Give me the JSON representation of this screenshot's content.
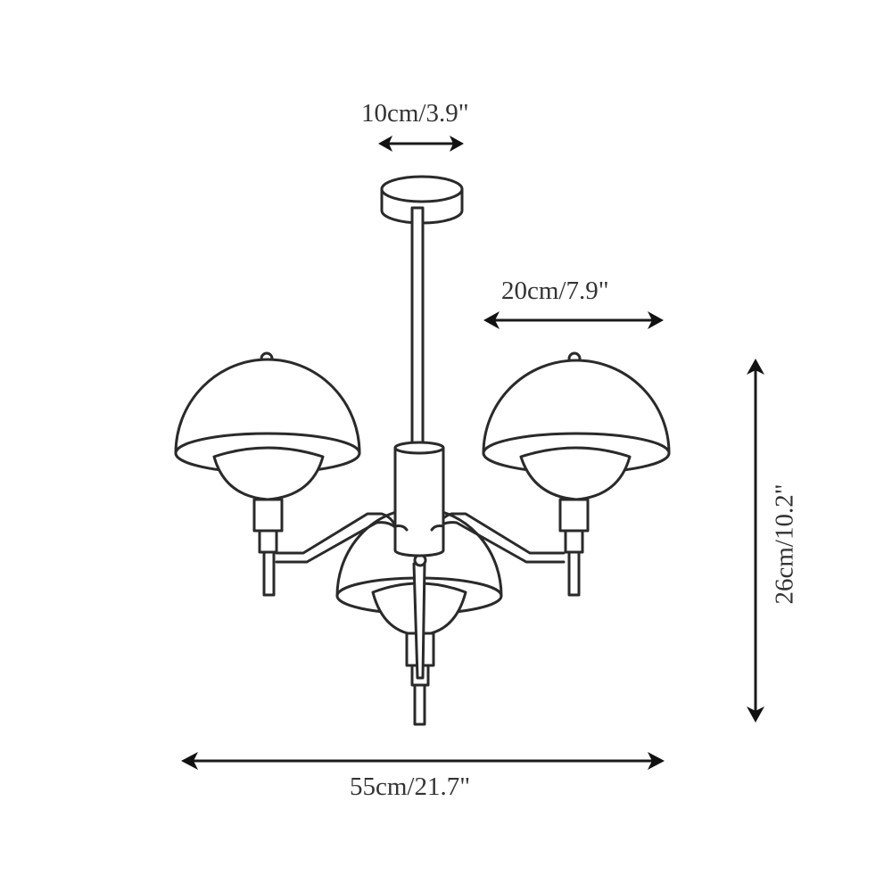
{
  "diagram": {
    "subject": "three-arm chandelier with dome shades",
    "dimensions": {
      "canopy_width": "10cm/3.9\"",
      "shade_width": "20cm/7.9\"",
      "height": "26cm/10.2\"",
      "overall_width": "55cm/21.7\""
    },
    "colors": {
      "stroke": "#2a2a2a",
      "background": "#ffffff",
      "label_text": "#333333"
    }
  }
}
